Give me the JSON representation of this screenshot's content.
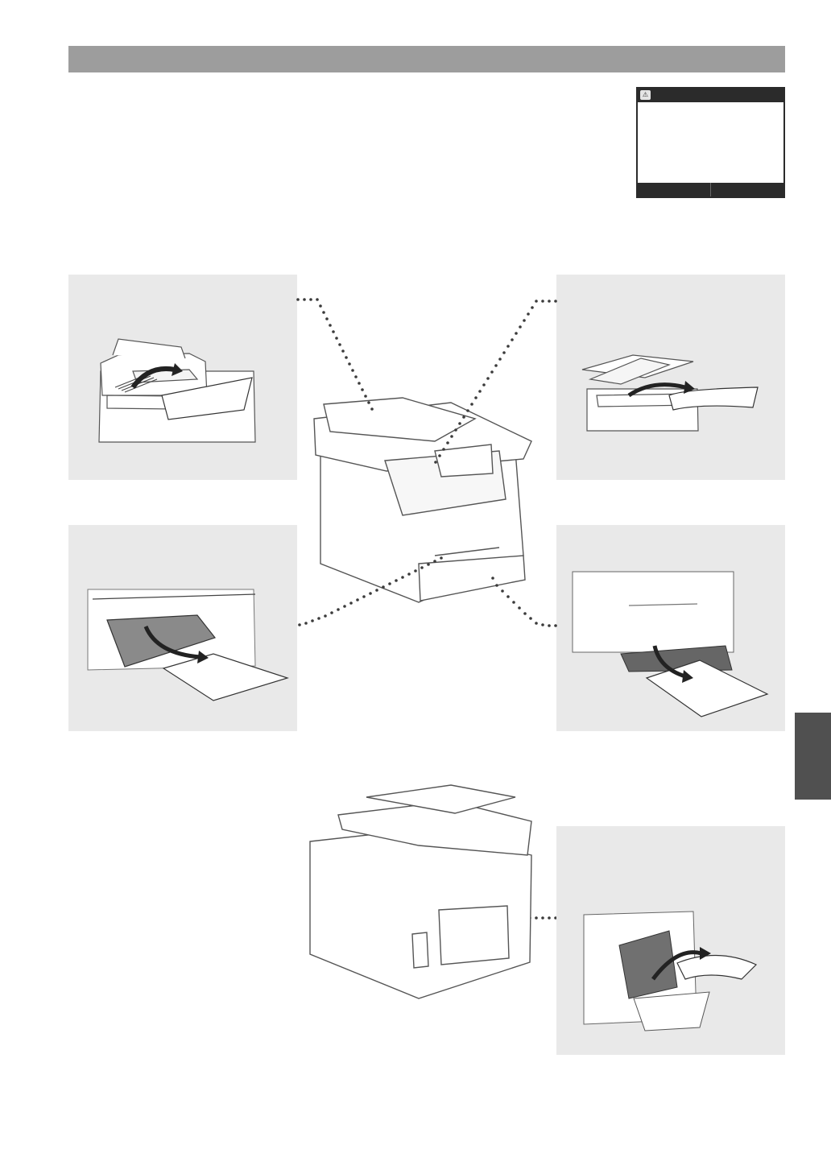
{
  "page": {
    "section_header": "",
    "panels": [
      {
        "id": "feeder",
        "caption": ""
      },
      {
        "id": "output",
        "caption": ""
      },
      {
        "id": "manual-feed",
        "caption": ""
      },
      {
        "id": "drawer",
        "caption": ""
      },
      {
        "id": "rear-cover",
        "caption": ""
      }
    ]
  },
  "lcd": {
    "icon": "jam-icon",
    "message": ""
  },
  "colors": {
    "header": "#9d9d9d",
    "panel_bg": "#e9e9e9",
    "lcd_dark": "#2b2b2b",
    "side_tab": "#505050",
    "leader_dots": "#3a3a3a"
  }
}
